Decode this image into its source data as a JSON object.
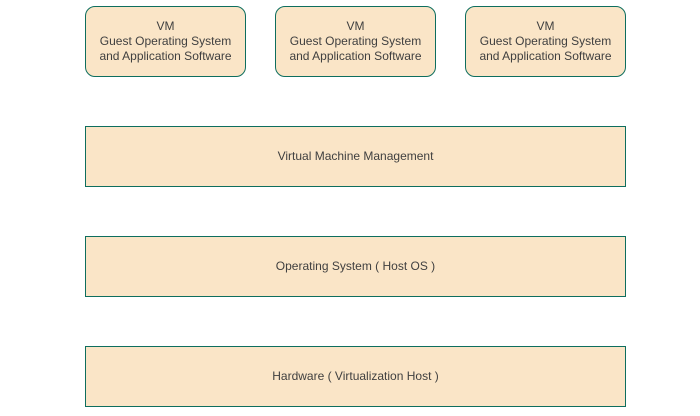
{
  "colors": {
    "box_fill": "#fae5c7",
    "box_border": "#0e6e5e",
    "text": "#404040"
  },
  "vms": [
    {
      "title": "VM",
      "line1": "Guest Operating System",
      "line2": "and Application Software"
    },
    {
      "title": "VM",
      "line1": "Guest Operating System",
      "line2": "and Application Software"
    },
    {
      "title": "VM",
      "line1": "Guest Operating System",
      "line2": "and Application Software"
    }
  ],
  "layers": {
    "vmm": "Virtual Machine Management",
    "host_os": "Operating System ( Host OS )",
    "hardware": "Hardware ( Virtualization Host )"
  }
}
